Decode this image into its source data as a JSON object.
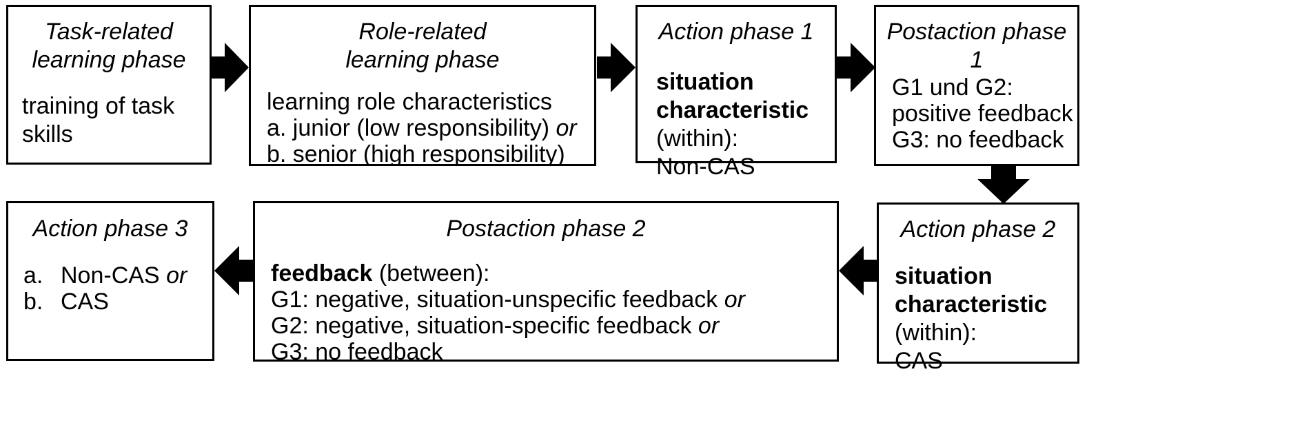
{
  "colors": {
    "border": "#000000",
    "arrow": "#000000",
    "background": "#ffffff"
  },
  "boxes": {
    "task": {
      "title_1": "Task-related",
      "title_2": "learning phase",
      "body_1": "training of task",
      "body_2": "skills"
    },
    "role": {
      "title_1": "Role-related",
      "title_2": "learning phase",
      "body_1": "learning role characteristics",
      "body_2": "a. junior (low responsibility)",
      "body_2_or": "or",
      "body_3": "b. senior (high responsibility)"
    },
    "action1": {
      "title": "Action phase 1",
      "bold_1": "situation",
      "bold_2": "characteristic",
      "body_1": "(within):",
      "body_2": "Non-CAS"
    },
    "postaction1": {
      "title_1": "Postaction phase",
      "title_2": "1",
      "body_1": "G1 und G2:",
      "body_2": "positive feedback",
      "body_3": "G3: no feedback"
    },
    "action2": {
      "title": "Action phase 2",
      "bold_1": "situation",
      "bold_2": "characteristic",
      "body_1": "(within):",
      "body_2": "CAS"
    },
    "postaction2": {
      "title": "Postaction phase 2",
      "bold_1": "feedback",
      "body_1": " (between):",
      "g1": "G1: negative, situation-unspecific feedback",
      "g1_or": "or",
      "g2": "G2: negative, situation-specific feedback",
      "g2_or": "or",
      "g3": "G3: no feedback"
    },
    "action3": {
      "title": "Action phase 3",
      "a_mark": "a.",
      "a_text": "Non-CAS",
      "a_or": "or",
      "b_mark": "b.",
      "b_text": "CAS"
    }
  }
}
